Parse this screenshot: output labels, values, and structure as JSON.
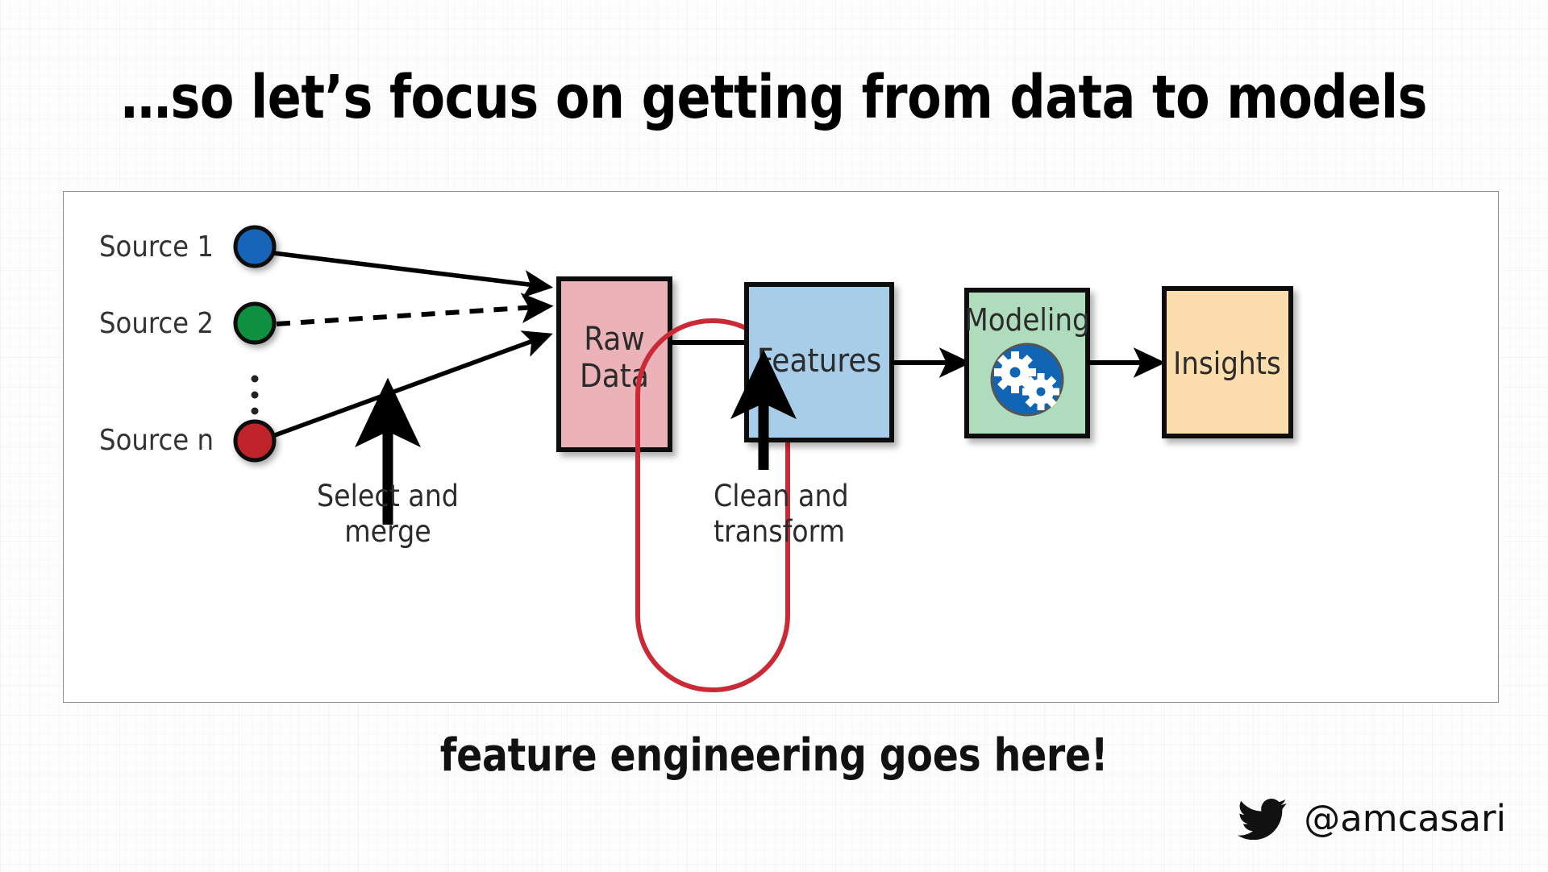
{
  "slide": {
    "title": "…so let’s focus on getting from data to models",
    "caption": "feature engineering goes here!"
  },
  "credit": {
    "icon": "twitter-bird-icon",
    "handle": "@amcasari"
  },
  "diagram": {
    "sources": [
      {
        "label": "Source 1",
        "color": "#1565B8",
        "line_style": "solid"
      },
      {
        "label": "Source 2",
        "color": "#11913F",
        "line_style": "dashed"
      },
      {
        "label": "Source n",
        "color": "#C02229",
        "line_style": "solid"
      }
    ],
    "ellipsis": "⋮",
    "stages": [
      {
        "id": "raw-data",
        "label_line1": "Raw",
        "label_line2": "Data",
        "fill": "#EBB3B7"
      },
      {
        "id": "features",
        "label_line1": "Features",
        "label_line2": "",
        "fill": "#A8CDE8"
      },
      {
        "id": "modeling",
        "label_line1": "Modeling",
        "label_line2": "",
        "fill": "#AEDCBC",
        "icon": "gears-icon",
        "icon_bg": "#1165B5"
      },
      {
        "id": "insights",
        "label_line1": "Insights",
        "label_line2": "",
        "fill": "#FBDDAE"
      }
    ],
    "annotations": [
      {
        "id": "select-and-merge",
        "line1": "Select and",
        "line2": "merge"
      },
      {
        "id": "clean-and-transform",
        "line1": "Clean and",
        "line2": "transform"
      }
    ],
    "highlight": {
      "id": "feature-engineering-highlight",
      "color": "#CC2936",
      "shape": "rounded-capsule"
    }
  }
}
